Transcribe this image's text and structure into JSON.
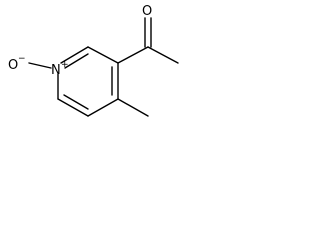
{
  "molecule": {
    "atoms": {
      "oxygen_carbonyl": "O",
      "oxygen_n_oxide": "O",
      "oxide_charge": "−",
      "nitrogen": "N",
      "nitrogen_charge": "+"
    }
  }
}
